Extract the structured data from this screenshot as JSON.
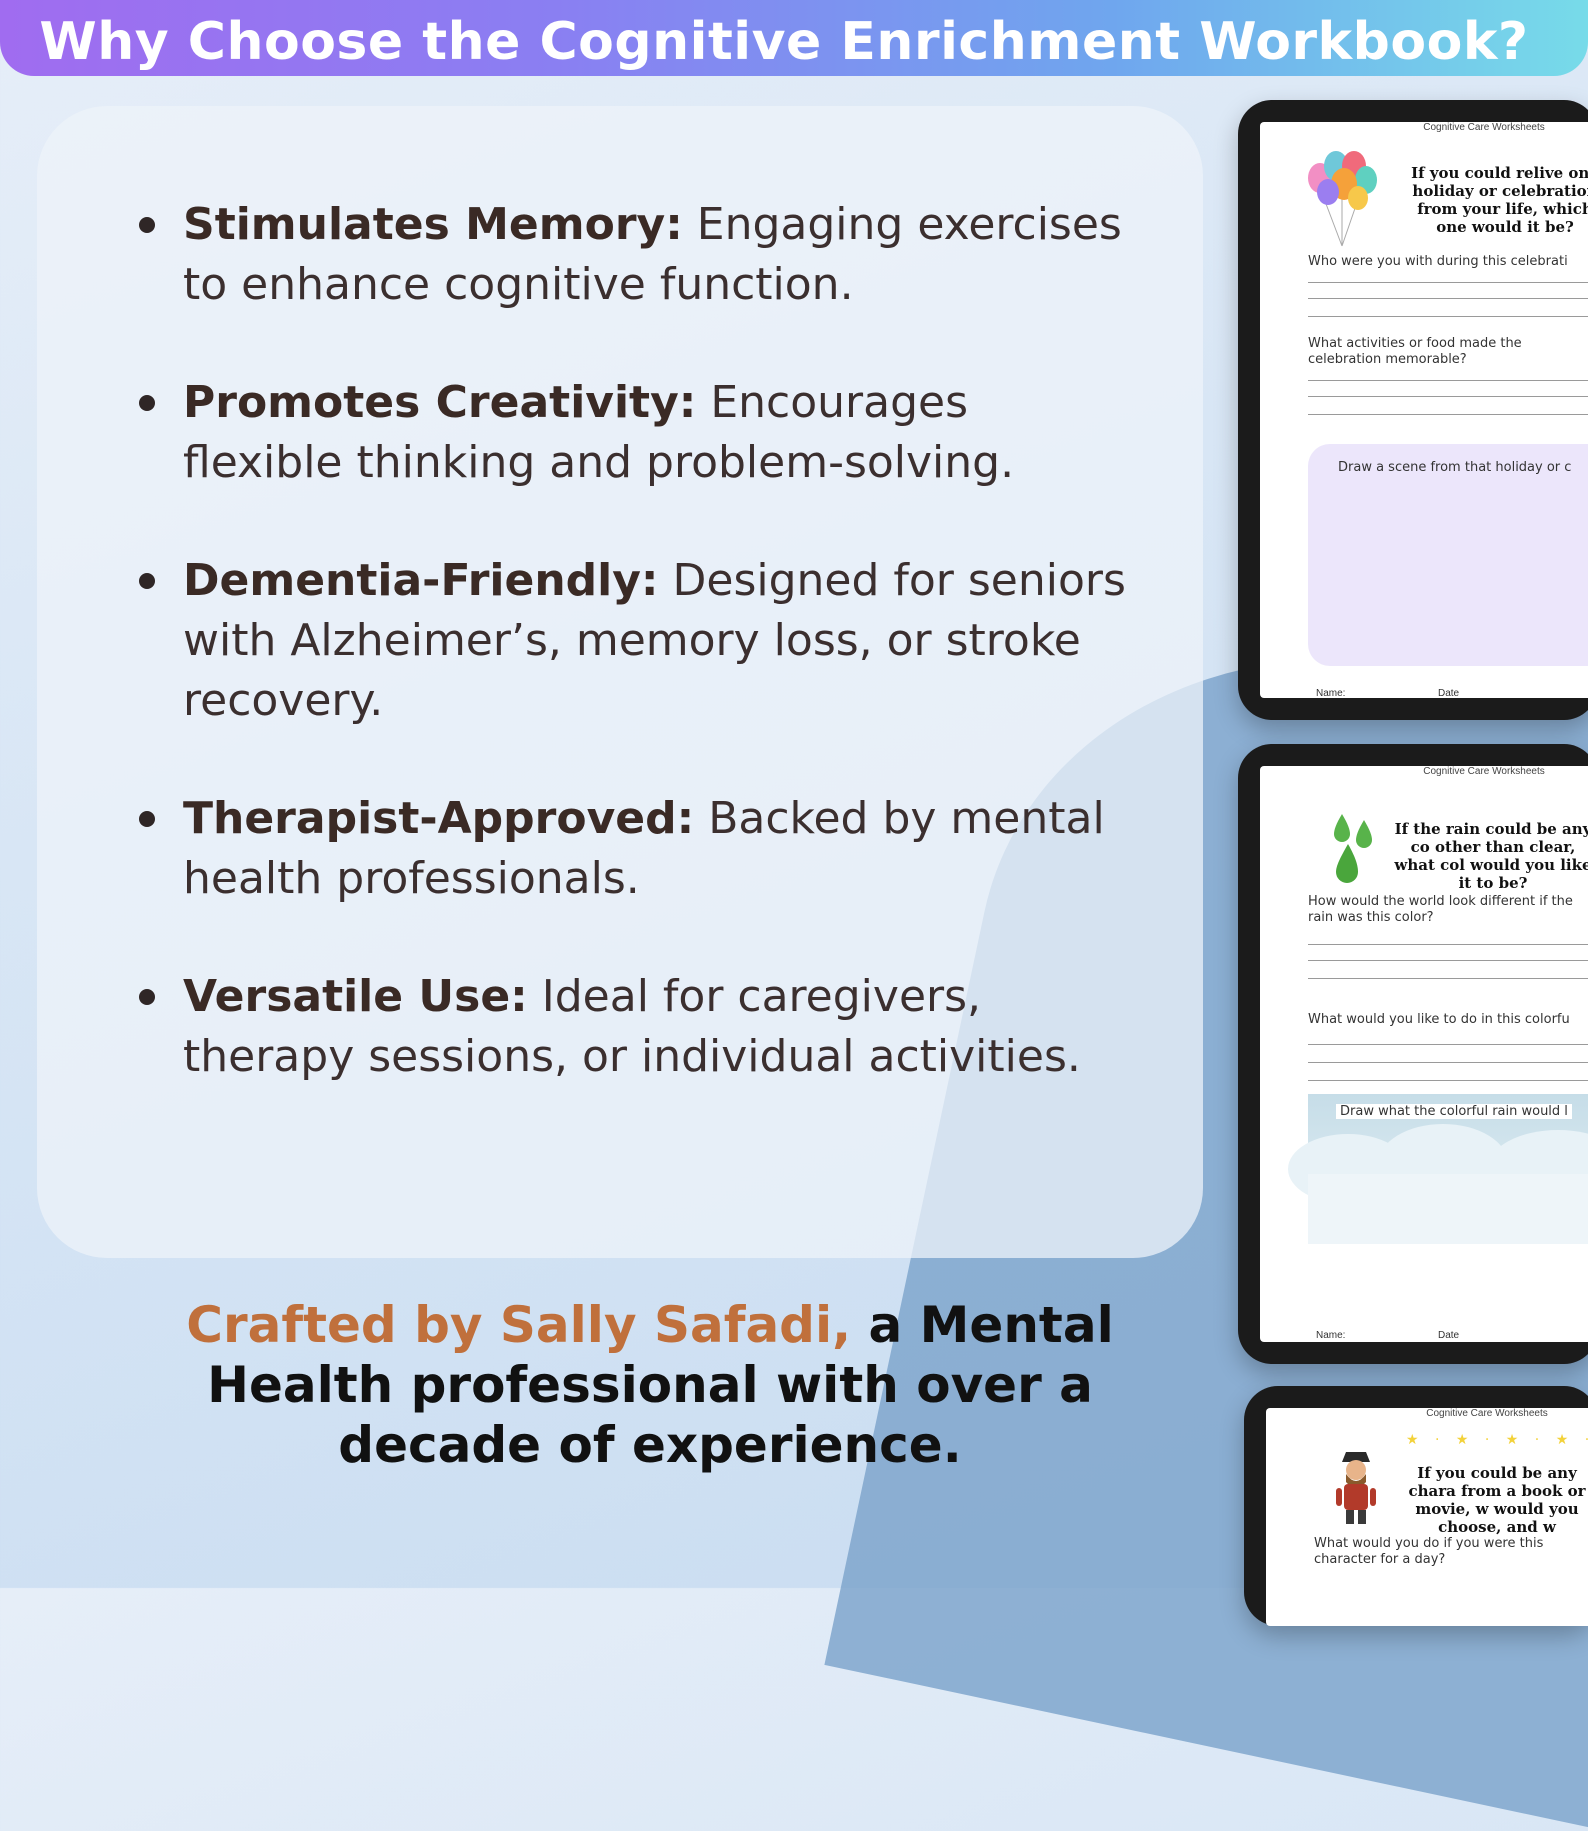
{
  "header": {
    "title": "Why Choose the Cognitive Enrichment Workbook?"
  },
  "benefits": [
    {
      "term": "Stimulates Memory:",
      "text": " Engaging exercises to enhance cognitive function."
    },
    {
      "term": "Promotes Creativity:",
      "text": " Encourages flexible thinking and problem-solving."
    },
    {
      "term": "Dementia-Friendly:",
      "text": " Designed for seniors with Alzheimer’s, memory loss, or stroke recovery."
    },
    {
      "term": "Therapist-Approved:",
      "text": " Backed by mental health professionals."
    },
    {
      "term": "Versatile Use:",
      "text": " Ideal for caregivers, therapy sessions, or individual activities."
    }
  ],
  "credit": {
    "highlight": "Crafted by Sally Safadi,",
    "rest": " a Mental Health professional with over a decade of experience."
  },
  "colors": {
    "accent": "#c0703c",
    "text": "#3b2f2f"
  },
  "worksheets": [
    {
      "header": "Cognitive Care Worksheets",
      "icon": "balloons-icon",
      "question": "If you could relive one holiday or celebration from your life, which one would it be?",
      "prompt1": "Who were you with during this celebrati",
      "prompt2": "What activities or food made the celebration memorable?",
      "draw_label": "Draw a scene from that holiday or c",
      "name_label": "Name:",
      "date_label": "Date"
    },
    {
      "header": "Cognitive Care Worksheets",
      "icon": "raindrops-icon",
      "question": "If the rain could be any co other than clear, what col would you like it to be?",
      "prompt1": "How would the world look different if the rain was this color?",
      "prompt2": "What would you like to do in this colorfu",
      "draw_label": "Draw what the colorful rain would l",
      "name_label": "Name:",
      "date_label": "Date"
    },
    {
      "header": "Cognitive Care Worksheets",
      "icon": "pirate-character-icon",
      "question": "If you could be any chara from a book or movie, w would you choose, and w",
      "prompt1": "What would you do if you were this character for a day?"
    }
  ]
}
